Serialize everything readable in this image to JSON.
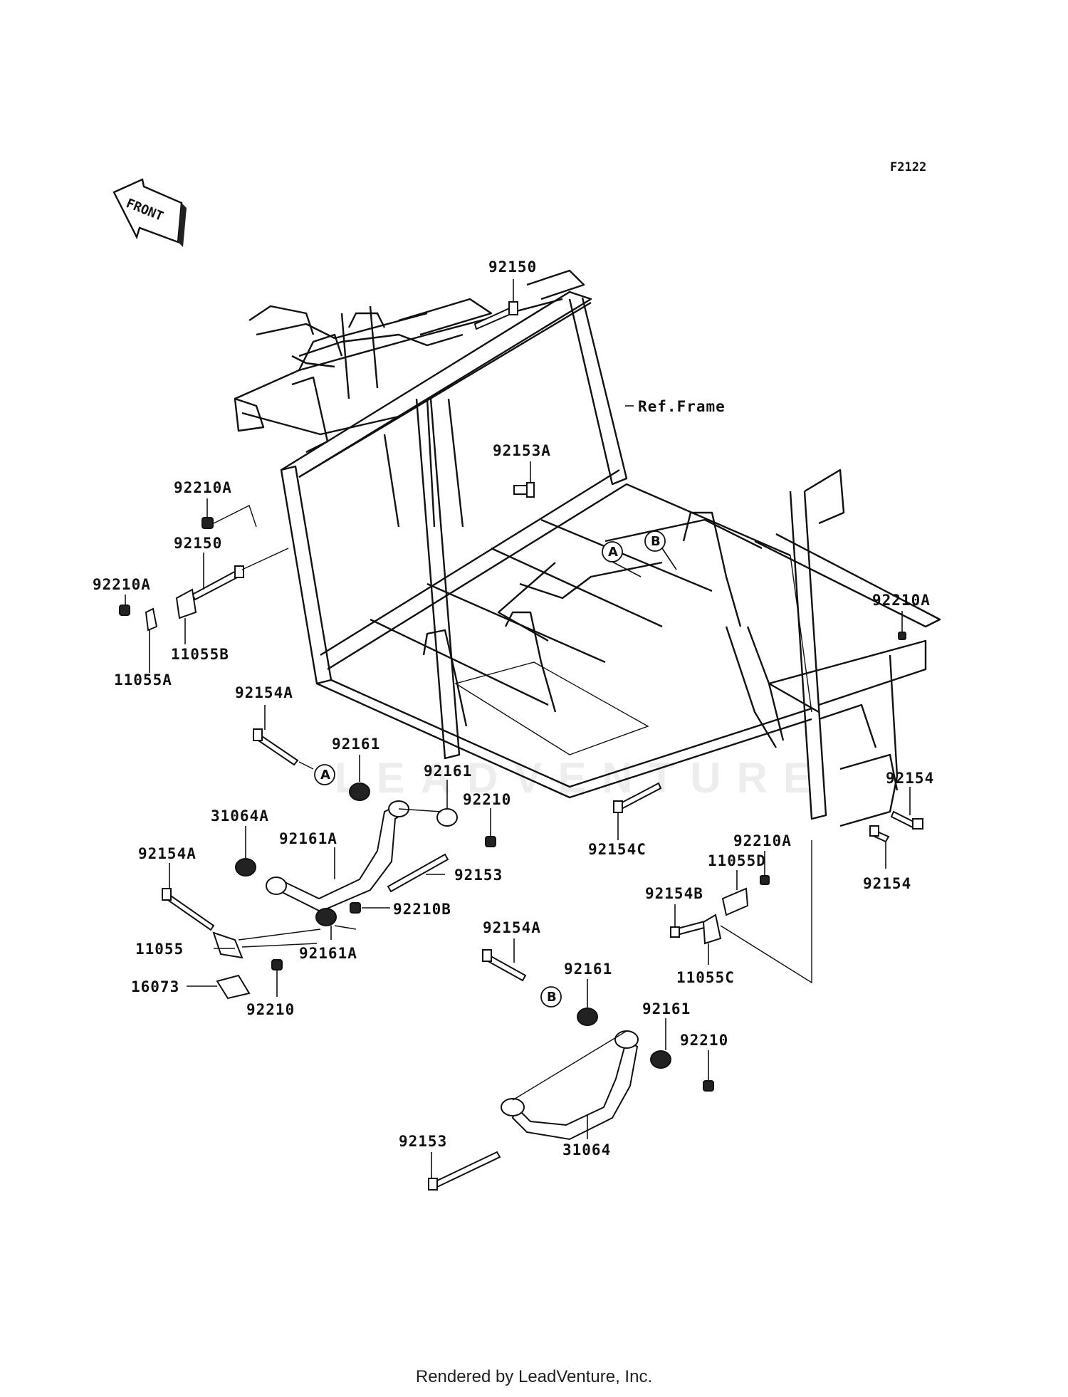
{
  "diagram": {
    "code": "F2122",
    "front_label": "FRONT",
    "ref_label": "Ref.Frame",
    "footer": "Rendered by LeadVenture, Inc.",
    "watermark": "LEADVENTURE",
    "parts": [
      {
        "id": "p92150-top",
        "text": "92150"
      },
      {
        "id": "p92153A",
        "text": "92153A"
      },
      {
        "id": "p92210A-1",
        "text": "92210A"
      },
      {
        "id": "p92150-mid",
        "text": "92150"
      },
      {
        "id": "p92210A-2",
        "text": "92210A"
      },
      {
        "id": "p11055B",
        "text": "11055B"
      },
      {
        "id": "p11055A",
        "text": "11055A"
      },
      {
        "id": "p92210A-right",
        "text": "92210A"
      },
      {
        "id": "p92154A-1",
        "text": "92154A"
      },
      {
        "id": "p92161-1",
        "text": "92161"
      },
      {
        "id": "p92161-2",
        "text": "92161"
      },
      {
        "id": "p92210-1",
        "text": "92210"
      },
      {
        "id": "p92154C",
        "text": "92154C"
      },
      {
        "id": "p92154-1",
        "text": "92154"
      },
      {
        "id": "p92154-2",
        "text": "92154"
      },
      {
        "id": "p92161A-1",
        "text": "92161A"
      },
      {
        "id": "p31064A",
        "text": "31064A"
      },
      {
        "id": "p92154A-2",
        "text": "92154A"
      },
      {
        "id": "p92153-1",
        "text": "92153"
      },
      {
        "id": "p92210B",
        "text": "92210B"
      },
      {
        "id": "p92161A-2",
        "text": "92161A"
      },
      {
        "id": "p11055",
        "text": "11055"
      },
      {
        "id": "p16073",
        "text": "16073"
      },
      {
        "id": "p92210-2",
        "text": "92210"
      },
      {
        "id": "p92210A-3",
        "text": "92210A"
      },
      {
        "id": "p11055D",
        "text": "11055D"
      },
      {
        "id": "p92154B",
        "text": "92154B"
      },
      {
        "id": "p11055C",
        "text": "11055C"
      },
      {
        "id": "p92154A-3",
        "text": "92154A"
      },
      {
        "id": "p92161-3",
        "text": "92161"
      },
      {
        "id": "p92161-4",
        "text": "92161"
      },
      {
        "id": "p92210-3",
        "text": "92210"
      },
      {
        "id": "p92153-2",
        "text": "92153"
      },
      {
        "id": "p31064",
        "text": "31064"
      }
    ],
    "markers": [
      {
        "id": "A-frame",
        "text": "A"
      },
      {
        "id": "B-frame",
        "text": "B"
      },
      {
        "id": "A-arm",
        "text": "A"
      },
      {
        "id": "B-arm",
        "text": "B"
      }
    ]
  }
}
